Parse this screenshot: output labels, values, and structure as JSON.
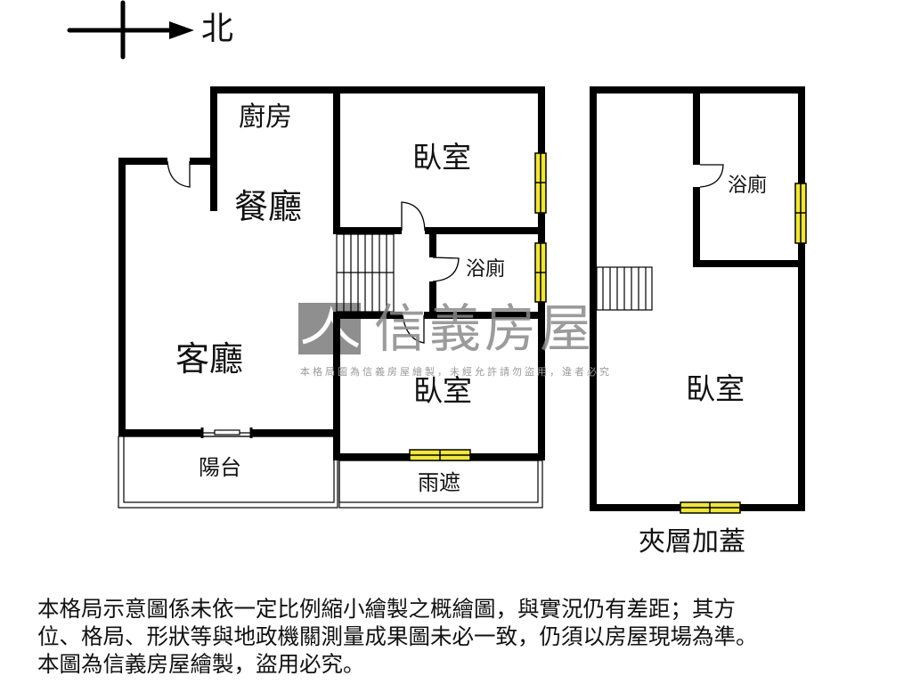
{
  "compass": {
    "direction_label": "北",
    "icon": "north-arrow-icon"
  },
  "watermark": {
    "brand": "信義房屋",
    "notice": "本格局圖為信義房屋繪製，未經允許請勿盜用，違者必究",
    "logo_color": "#8a8a8a"
  },
  "main_floor": {
    "rooms": [
      {
        "id": "kitchen",
        "label": "廚房"
      },
      {
        "id": "dining",
        "label": "餐廳"
      },
      {
        "id": "living",
        "label": "客廳"
      },
      {
        "id": "bedroom_1",
        "label": "臥室"
      },
      {
        "id": "bathroom_1",
        "label": "浴廁"
      },
      {
        "id": "bedroom_2",
        "label": "臥室"
      },
      {
        "id": "balcony",
        "label": "陽台"
      },
      {
        "id": "canopy",
        "label": "雨遮"
      }
    ]
  },
  "mezzanine": {
    "title": "夾層加蓋",
    "rooms": [
      {
        "id": "bathroom_2",
        "label": "浴廁"
      },
      {
        "id": "bedroom_3",
        "label": "臥室"
      }
    ]
  },
  "colors": {
    "wall": "#000000",
    "window_fill": "#f0e63c",
    "background": "#ffffff"
  },
  "disclaimer": {
    "lines": [
      "本格局示意圖係未依一定比例縮小繪製之概繪圖，與實況仍有差距；其方",
      "位、格局、形狀等與地政機關測量成果圖未必一致，仍須以房屋現場為準。",
      "本圖為信義房屋繪製，盜用必究。"
    ]
  }
}
